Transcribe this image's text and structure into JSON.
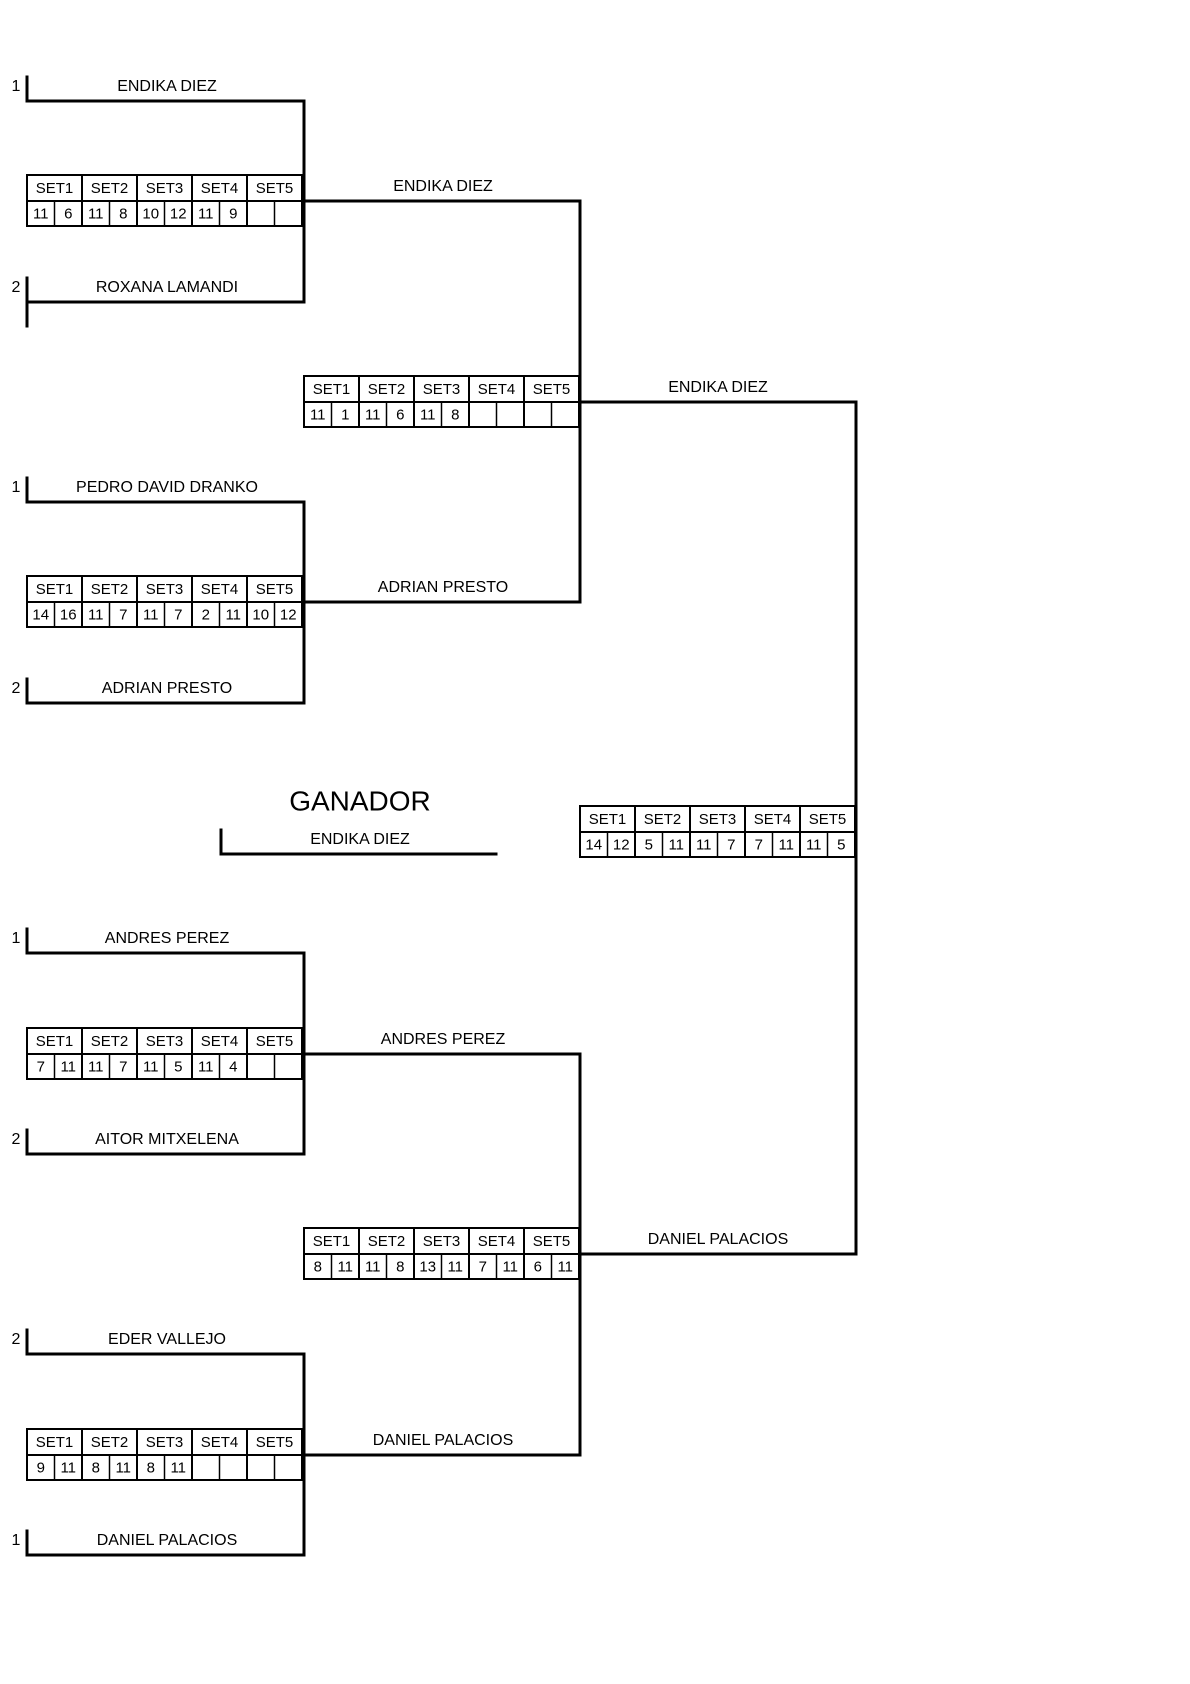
{
  "winner": {
    "title": "GANADOR",
    "name": "ENDIKA DIEZ"
  },
  "set_headers": [
    "SET1",
    "SET2",
    "SET3",
    "SET4",
    "SET5"
  ],
  "first_round": [
    {
      "player1": {
        "seed": "1",
        "name": "ENDIKA DIEZ"
      },
      "player2": {
        "seed": "2",
        "name": "ROXANA LAMANDI"
      },
      "scores": [
        "11",
        "6",
        "11",
        "8",
        "10",
        "12",
        "11",
        "9",
        "",
        ""
      ]
    },
    {
      "player1": {
        "seed": "1",
        "name": "PEDRO DAVID DRANKO"
      },
      "player2": {
        "seed": "2",
        "name": "ADRIAN PRESTO"
      },
      "scores": [
        "14",
        "16",
        "11",
        "7",
        "11",
        "7",
        "2",
        "11",
        "10",
        "12"
      ]
    },
    {
      "player1": {
        "seed": "1",
        "name": "ANDRES PEREZ"
      },
      "player2": {
        "seed": "2",
        "name": "AITOR MITXELENA"
      },
      "scores": [
        "7",
        "11",
        "11",
        "7",
        "11",
        "5",
        "11",
        "4",
        "",
        ""
      ]
    },
    {
      "player1": {
        "seed": "2",
        "name": "EDER VALLEJO"
      },
      "player2": {
        "seed": "1",
        "name": "DANIEL PALACIOS"
      },
      "scores": [
        "9",
        "11",
        "8",
        "11",
        "8",
        "11",
        "",
        "",
        "",
        ""
      ]
    }
  ],
  "semifinals": [
    {
      "player1": {
        "name": "ENDIKA DIEZ"
      },
      "player2": {
        "name": "ADRIAN PRESTO"
      },
      "scores": [
        "11",
        "1",
        "11",
        "6",
        "11",
        "8",
        "",
        "",
        "",
        ""
      ]
    },
    {
      "player1": {
        "name": "ANDRES PEREZ"
      },
      "player2": {
        "name": "DANIEL PALACIOS"
      },
      "scores": [
        "8",
        "11",
        "11",
        "8",
        "13",
        "11",
        "7",
        "11",
        "6",
        "11"
      ]
    }
  ],
  "final": {
    "player1": {
      "name": "ENDIKA DIEZ"
    },
    "player2": {
      "name": "DANIEL PALACIOS"
    },
    "scores": [
      "14",
      "12",
      "5",
      "11",
      "11",
      "7",
      "7",
      "11",
      "11",
      "5"
    ]
  }
}
